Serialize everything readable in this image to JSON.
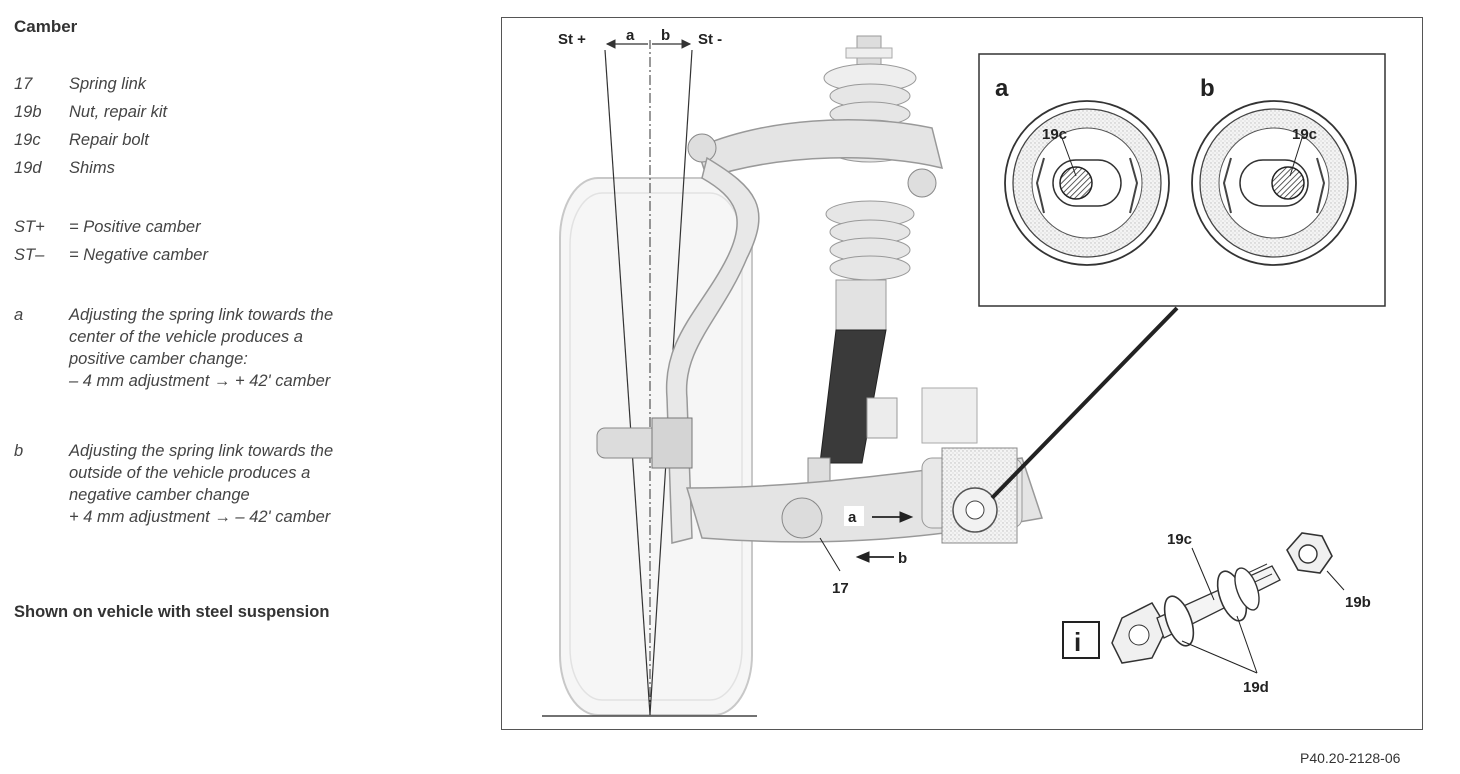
{
  "doc": {
    "title": "Camber",
    "legend": [
      {
        "key": "17",
        "text": "Spring link"
      },
      {
        "key": "19b",
        "text": "Nut, repair kit"
      },
      {
        "key": "19c",
        "text": "Repair bolt"
      },
      {
        "key": "19d",
        "text": "Shims"
      }
    ],
    "camber": [
      {
        "key": "ST+",
        "text": "= Positive camber"
      },
      {
        "key": "ST–",
        "text": "= Negative camber"
      }
    ],
    "notes": {
      "a": {
        "key": "a",
        "lines": [
          "Adjusting the spring link towards the",
          "center of the vehicle produces a",
          "positive camber change:",
          "– 4 mm adjustment → + 42' camber"
        ]
      },
      "b": {
        "key": "b",
        "lines": [
          "Adjusting the spring link towards the",
          "outside of the vehicle produces a",
          "negative camber change",
          "+ 4 mm adjustment → – 42' camber"
        ]
      }
    },
    "shown_on": "Shown on vehicle with steel suspension",
    "figure_id": "P40.20-2128-06"
  },
  "diagram": {
    "st_plus": "St +",
    "st_minus": "St -",
    "angle_a": "a",
    "angle_b": "b",
    "inset_a": "a",
    "inset_b": "b",
    "inset_bolt_a": "19c",
    "inset_bolt_b": "19c",
    "arrow_a": "a",
    "arrow_b": "b",
    "label_17": "17",
    "label_19c": "19c",
    "label_19b": "19b",
    "label_19d": "19d",
    "info_icon": "i"
  }
}
